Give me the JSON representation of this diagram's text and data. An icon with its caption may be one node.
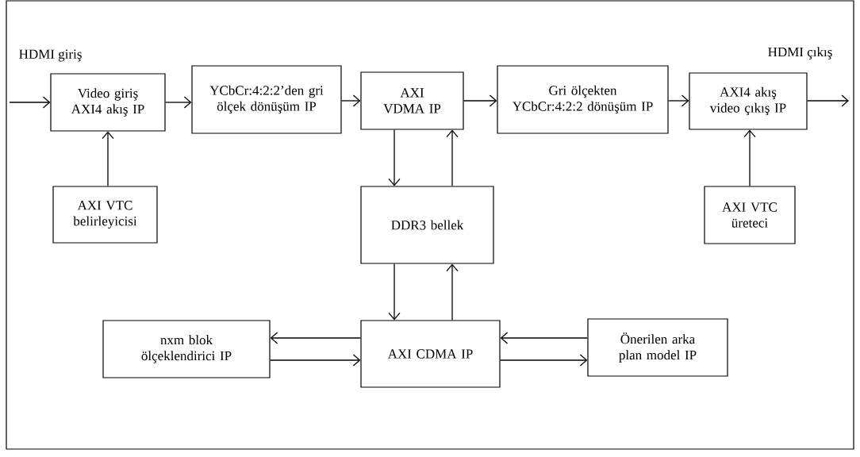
{
  "diagram": {
    "nodes": [
      {
        "text": [
          "Video giriş AXI4 akış IP"
        ]
      },
      {
        "text": [
          "YCbCr:4:2:2’den gri ölçek dönüşüm IP"
        ]
      },
      {
        "text": [
          "AXI VDMA IP"
        ]
      },
      {
        "text": [
          "Gri ölçekten YCbCr:4:2:2 dönüşüm IP"
        ]
      },
      {
        "text": [
          "AXI4 akış video çıkış IP"
        ]
      },
      {
        "text": [
          "AXI VTC belirleyicisi"
        ]
      },
      {
        "text": [
          "DDR3 bellek"
        ]
      },
      {
        "text": [
          "AXI VTC üreteci"
        ]
      },
      {
        "text": [
          "nxm blok ölçeklendirici IP"
        ]
      },
      {
        "text": [
          "AXI CDMA IP"
        ]
      },
      {
        "text": [
          "Önerilen arka plan model IP"
        ]
      }
    ],
    "edges": [
      {
        "from": null,
        "to": 0,
        "arrow": "to"
      },
      {
        "from": 0,
        "to": 1,
        "arrow": "to"
      },
      {
        "from": 1,
        "to": 2,
        "arrow": "to"
      },
      {
        "from": 2,
        "to": 3,
        "arrow": "to"
      },
      {
        "from": 3,
        "to": 4,
        "arrow": "to"
      },
      {
        "from": 4,
        "to": null,
        "arrow": "to"
      },
      {
        "from": 5,
        "to": 0,
        "arrow": "to"
      },
      {
        "from": 7,
        "to": 4,
        "arrow": "to"
      },
      {
        "from": 2,
        "to": 6,
        "arrow": "to"
      },
      {
        "from": 6,
        "to": 2,
        "arrow": "to"
      },
      {
        "from": 6,
        "to": 9,
        "arrow": "to"
      },
      {
        "from": 9,
        "to": 6,
        "arrow": "to"
      },
      {
        "from": 9,
        "to": 8,
        "arrow": "to"
      },
      {
        "from": 8,
        "to": 9,
        "arrow": "to"
      },
      {
        "from": 10,
        "to": 9,
        "arrow": "to"
      },
      {
        "from": 9,
        "to": 10,
        "arrow": "to"
      }
    ],
    "labels": [
      "HDMI giriş",
      "HDMI çıkış"
    ]
  }
}
